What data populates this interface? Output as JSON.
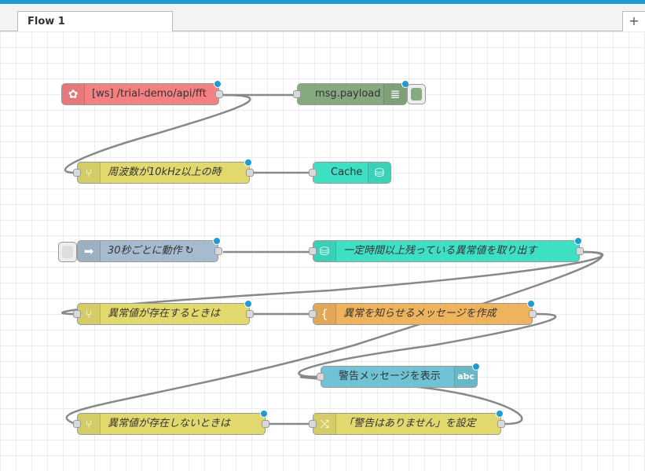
{
  "tabs": [
    {
      "label": "Flow 1"
    }
  ],
  "tab_add_label": "+",
  "colors": {
    "websocket": "#f48082",
    "debug": "#87a980",
    "switch": "#e2d96e",
    "cache": "#3fdfc4",
    "inject": "#a6bbcf",
    "template": "#f0b35d",
    "ui_text": "#70c3d4",
    "change": "#e2d96e",
    "accent": "#1d9bd5"
  },
  "nodes": {
    "ws_in": {
      "label": "[ws] /trial-demo/api/fft",
      "icon": "websocket-icon"
    },
    "debug": {
      "label": "msg.payload",
      "icon": "debug-list-icon"
    },
    "switch1": {
      "label": "周波数が10kHz以上の時",
      "icon": "switch-icon"
    },
    "cache": {
      "label": "Cache",
      "icon": "database-icon"
    },
    "inject": {
      "label": "30秒ごとに動作 ↻",
      "icon": "inject-arrow-icon"
    },
    "cache_get": {
      "label": "一定時間以上残っている異常値を取り出す",
      "icon": "database-icon"
    },
    "switch2": {
      "label": "異常値が存在するときは",
      "icon": "switch-icon"
    },
    "template": {
      "label": "異常を知らせるメッセージを作成",
      "icon": "template-brace-icon"
    },
    "ui_text": {
      "label": "警告メッセージを表示",
      "icon": "abc-text-icon"
    },
    "switch3": {
      "label": "異常値が存在しないときは",
      "icon": "switch-icon"
    },
    "change": {
      "label": "「警告はありません」を設定",
      "icon": "shuffle-icon"
    }
  },
  "icons": {
    "websocket": "✿",
    "debug": "≣",
    "switch": "⑂",
    "database": "⛁",
    "inject": "➡",
    "template": "{",
    "abc": "abc",
    "shuffle": "⤨"
  }
}
